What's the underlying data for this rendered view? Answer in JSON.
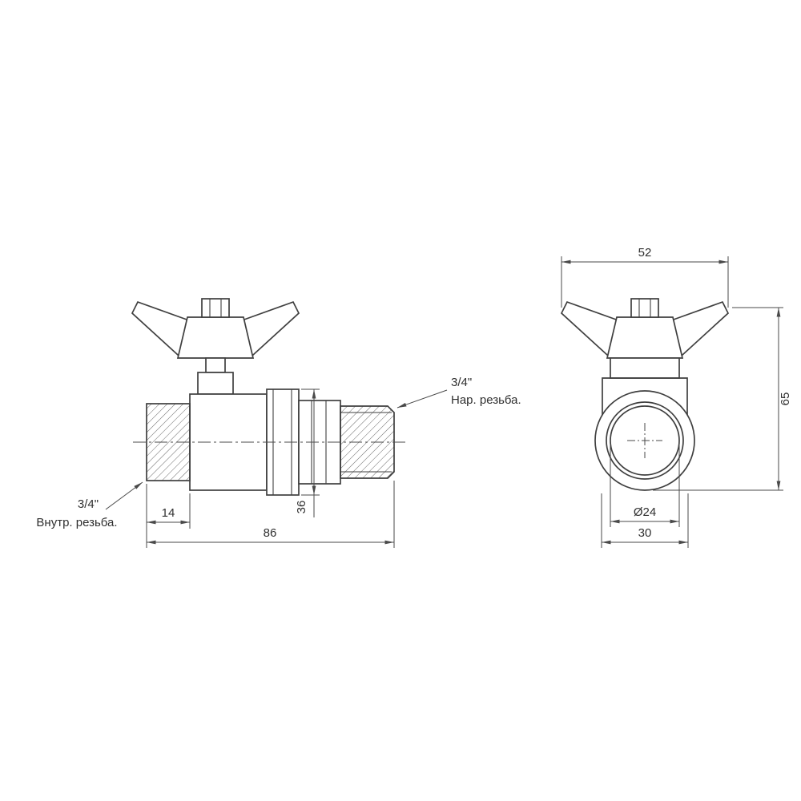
{
  "views": {
    "side": {
      "dim_14": "14",
      "dim_86": "86",
      "dim_36": "36",
      "inlet_size": "3/4\"",
      "inlet_thread": "Внутр. резьба.",
      "outlet_size": "3/4\"",
      "outlet_thread": "Нар. резьба."
    },
    "front": {
      "dim_52": "52",
      "dim_65": "65",
      "dim_bore": "Ø24",
      "dim_30": "30"
    },
    "colors": {
      "line": "#3f3f3f",
      "dimension": "#4a4a4a",
      "background": "#ffffff"
    }
  }
}
